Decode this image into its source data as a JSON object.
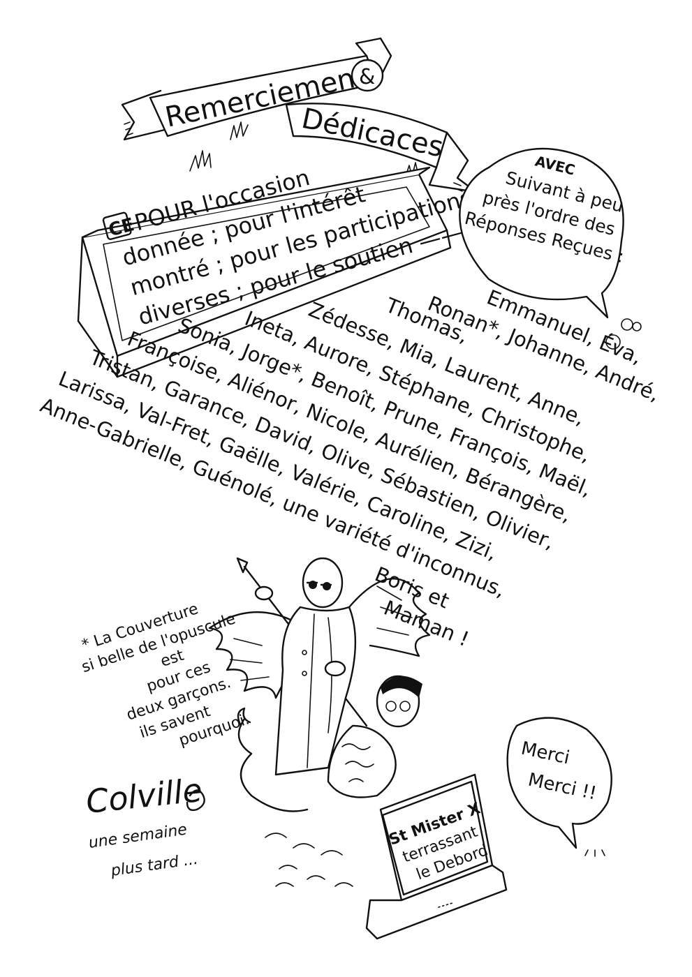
{
  "banner": {
    "word1": "Remerciements",
    "amp": "&",
    "word2": "Dédicaces"
  },
  "plaque_text": [
    "POUR l'occasion",
    "donnée ; pour l'intérêt",
    "montré ; pour les participations",
    "diverses ; pour le soutien ——"
  ],
  "speech_bubble": {
    "avec": "AVEC",
    "lines": [
      "Suivant à peu",
      "près l'ordre des",
      "Réponses Reçues :"
    ]
  },
  "names_lines": [
    "Emmanuel, Éva,",
    "Ronan*, Johanne, André,",
    "Thomas,",
    "Zédesse, Mia, Laurent, Anne,",
    "Ineta, Aurore, Stéphane, Christophe,",
    "Sonia, Jorge*, Benoît, Prune, François, Maël,",
    "Françoise, Aliénor, Nicole, Aurélien, Bérangère,",
    "Tristan, Garance, David, Olive, Sébastien, Olivier,",
    "Larissa, Val-Fret, Gaëlle, Valérie, Caroline, Zizi,",
    "Anne-Gabrielle, Guénolé, une variété d'inconnus,",
    "Boris et",
    "Maman !"
  ],
  "footnote_lines": [
    "* La Couverture",
    "si belle de l'opuscule",
    "est",
    "pour ces",
    "deux garçons.",
    "ils savent",
    "pourquoi."
  ],
  "signature": "Colville",
  "signature_note": [
    "une semaine",
    "plus tard ..."
  ],
  "merci_bubble": [
    "Merci",
    "Merci !!"
  ],
  "statue_sign": [
    "St Mister X",
    "terrassant",
    "le Debord"
  ]
}
